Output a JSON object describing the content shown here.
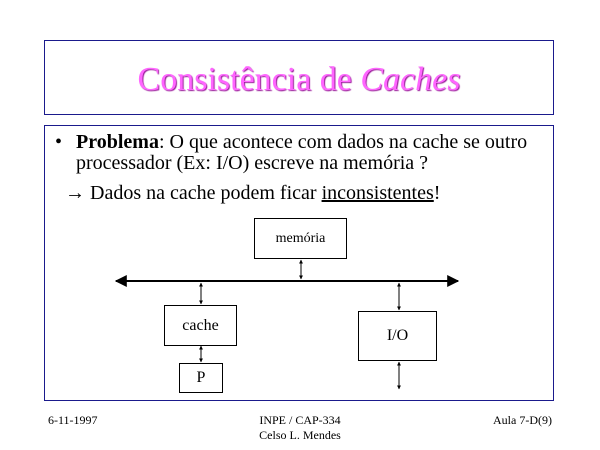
{
  "slide": {
    "title_plain": "Consistência de ",
    "title_italic": "Caches",
    "bullet_marker": "•",
    "bullet_bold": "Problema",
    "bullet_rest": ": O que acontece com dados na cache se outro processador (Ex: I/O) escreve na memória ?",
    "arrow_glyph": "→",
    "arrow_pre": " Dados na cache podem ficar ",
    "arrow_underlined": "inconsistentes",
    "arrow_post": "!"
  },
  "diagram": {
    "memory": "memória",
    "cache": "cache",
    "io": "I/O",
    "processor": "P"
  },
  "footer": {
    "date": "6-11-1997",
    "course_line1": "INPE / CAP-334",
    "course_line2": "Celso L. Mendes",
    "lecture": "Aula 7-D(9)"
  },
  "colors": {
    "title_pink": "#ff66ff",
    "border_navy": "#1a1a8c"
  }
}
